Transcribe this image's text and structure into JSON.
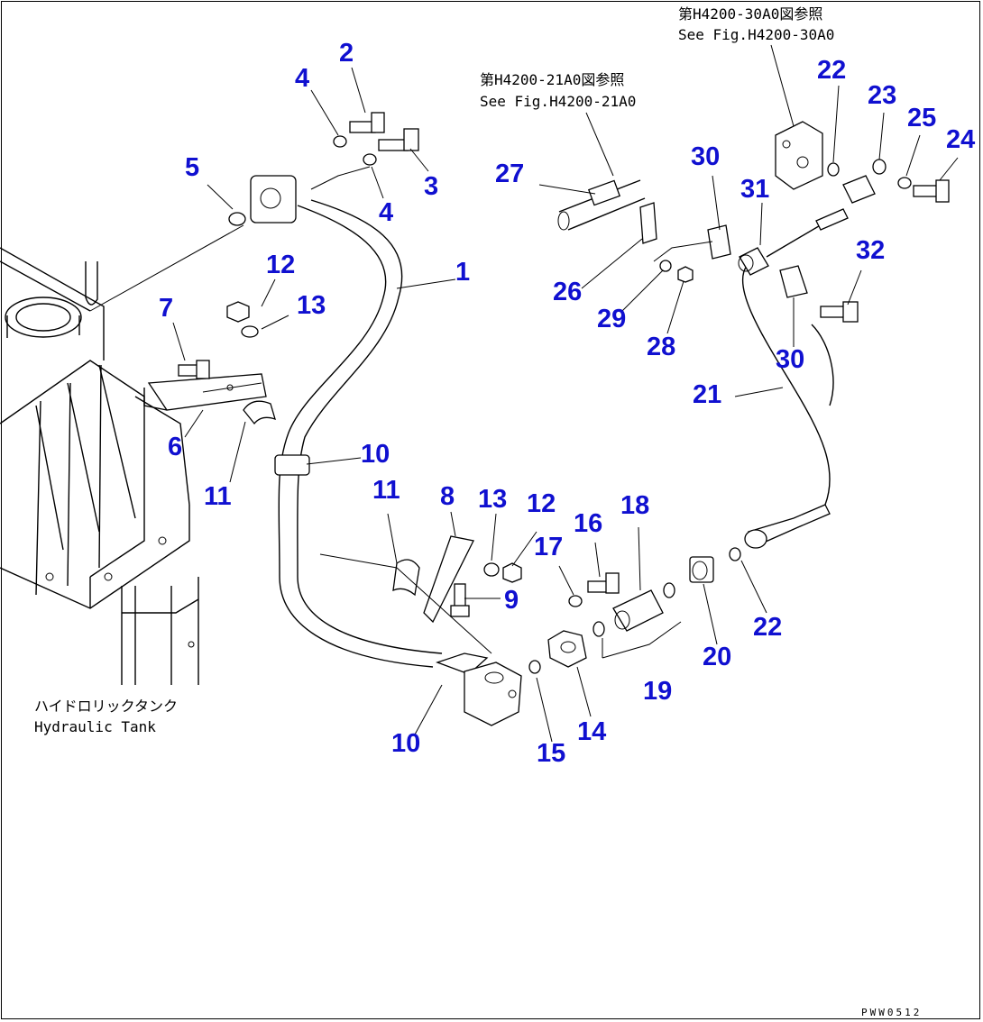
{
  "callouts": [
    "1",
    "2",
    "3",
    "4",
    "4",
    "5",
    "6",
    "7",
    "8",
    "9",
    "10",
    "10",
    "11",
    "11",
    "12",
    "12",
    "13",
    "13",
    "14",
    "15",
    "16",
    "17",
    "18",
    "19",
    "20",
    "21",
    "22",
    "22",
    "23",
    "24",
    "25",
    "26",
    "27",
    "28",
    "29",
    "30",
    "30",
    "31",
    "32"
  ],
  "notes": {
    "ref_30a0_jp": "第H4200-30A0図参照",
    "ref_30a0_en": "See Fig.H4200-30A0",
    "ref_21a0_jp": "第H4200-21A0図参照",
    "ref_21a0_en": "See Fig.H4200-21A0",
    "tank_jp": "ハイドロリックタンク",
    "tank_en": "Hydraulic Tank"
  },
  "drawing_code": "PWW0512",
  "colors": {
    "callout": "#1010d0",
    "line": "#000000",
    "background": "#ffffff"
  }
}
